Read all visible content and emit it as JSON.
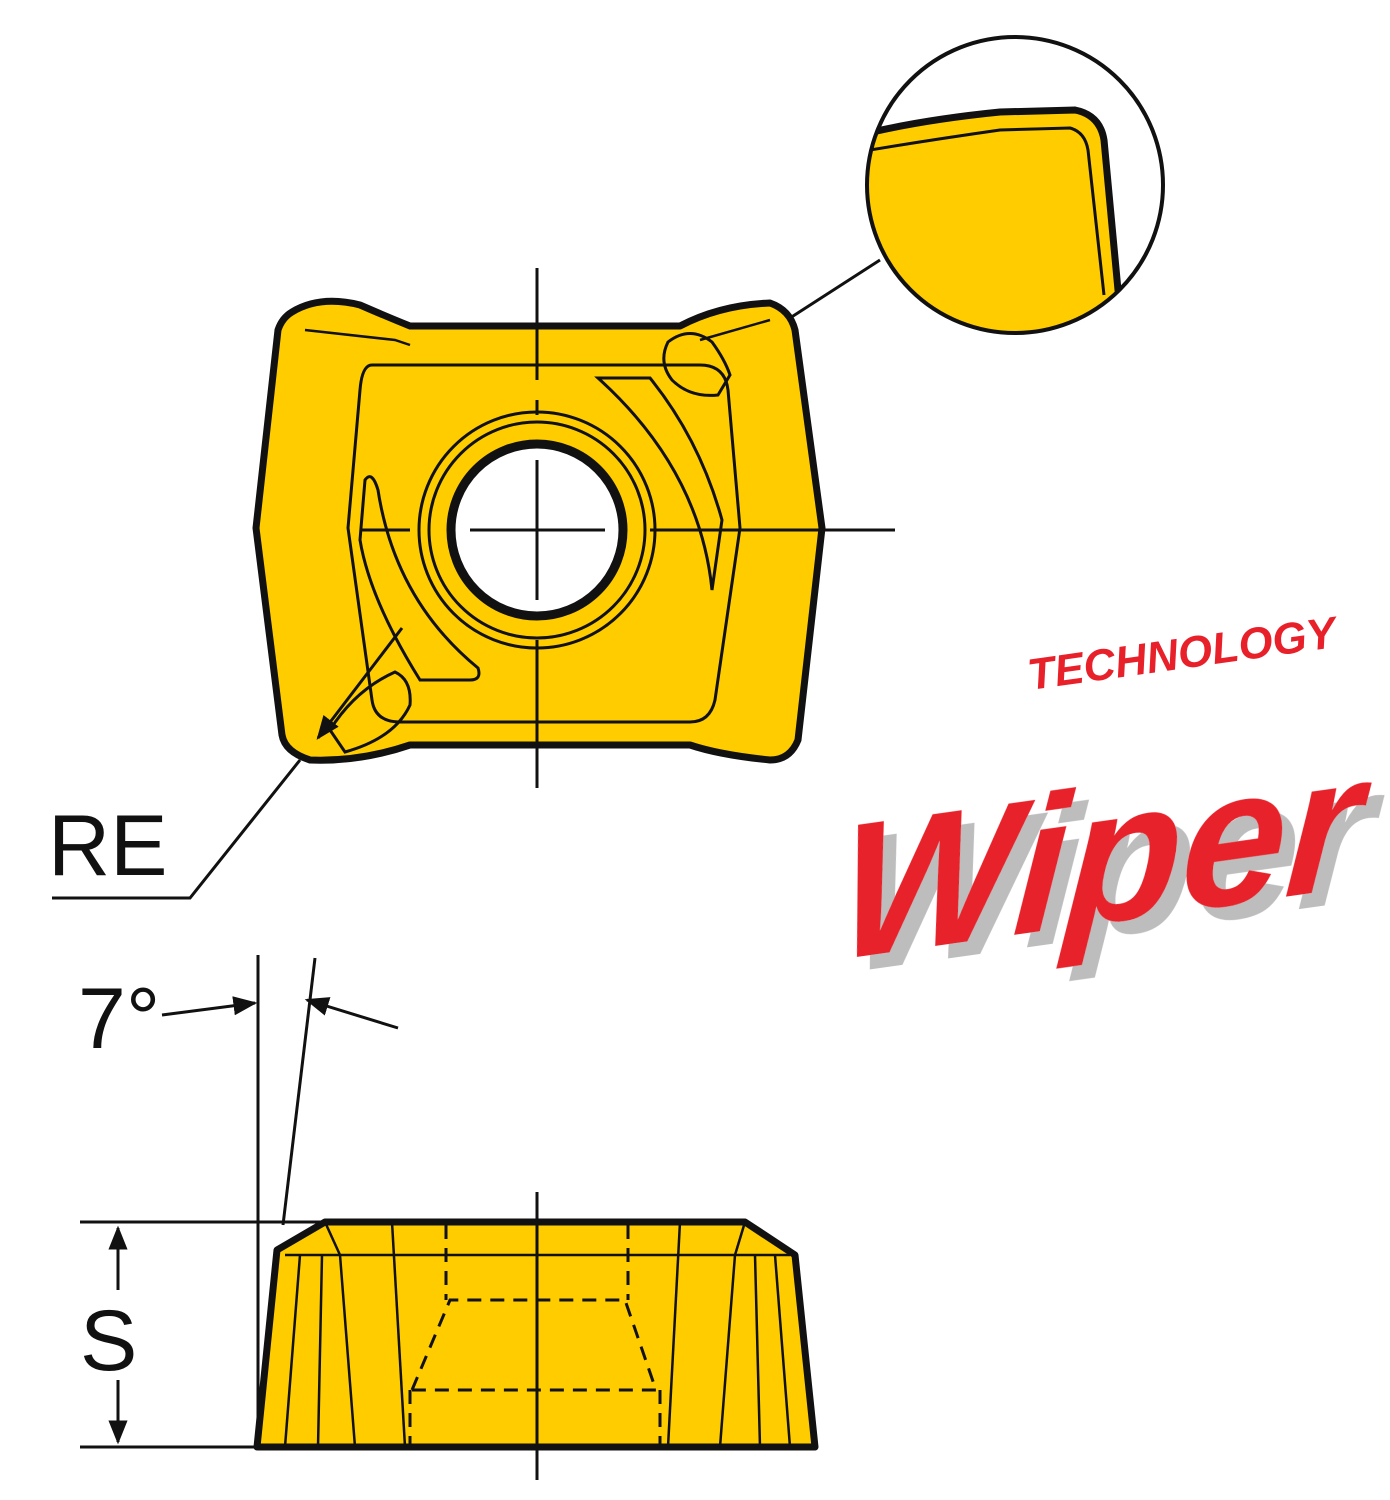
{
  "labels": {
    "corner_radius": "RE",
    "clearance_angle": "7°",
    "thickness": "S"
  },
  "logo": {
    "word": "Wiper",
    "subword": "TECHNOLOGY"
  },
  "colors": {
    "insert_fill": "#FFCC00",
    "outline": "#111111",
    "logo_red": "#E8202A",
    "logo_shadow": "#BDBDBD"
  }
}
